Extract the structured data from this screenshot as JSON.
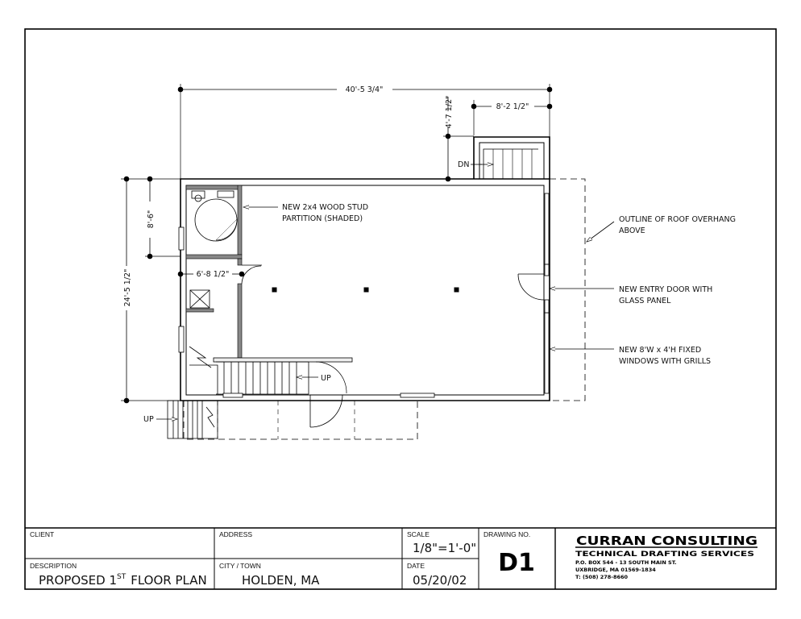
{
  "dimensions": {
    "overall_width": "40'-5 3/4\"",
    "overall_depth": "24'-5 1/2\"",
    "bath_depth": "8'-6\"",
    "closet_width": "6'-8 1/2\"",
    "stair_box_width": "8'-2 1/2\"",
    "stair_box_depth": "4'-7 1/2\""
  },
  "annotations": {
    "partition": [
      "NEW 2x4 WOOD STUD",
      "PARTITION (SHADED)"
    ],
    "roof": [
      "OUTLINE OF ROOF OVERHANG",
      "ABOVE"
    ],
    "entry_door": [
      "NEW ENTRY DOOR WITH",
      "GLASS PANEL"
    ],
    "windows": [
      "NEW 8'W x 4'H FIXED",
      "WINDOWS WITH GRILLS"
    ],
    "dn": "DN",
    "up_interior": "UP",
    "up_exterior": "UP"
  },
  "title_block": {
    "client_label": "CLIENT",
    "client_value": "",
    "address_label": "ADDRESS",
    "address_value": "",
    "scale_label": "SCALE",
    "scale_value": "1/8\"=1'-0\"",
    "drawing_no_label": "DRAWING NO.",
    "drawing_no": "D1",
    "description_label": "DESCRIPTION",
    "description_value": "PROPOSED 1",
    "description_sup": "ST",
    "description_value_end": "FLOOR PLAN",
    "city_label": "CITY / TOWN",
    "city_value": "HOLDEN, MA",
    "date_label": "DATE",
    "date_value": "05/20/02"
  },
  "company": {
    "name": "CURRAN CONSULTING",
    "tagline": "TECHNICAL DRAFTING SERVICES",
    "address1": "P.O. BOX 544 - 13 SOUTH MAIN ST.",
    "address2": "UXBRIDGE, MA 01569-1834",
    "phone": "T: (508) 278-8660"
  }
}
